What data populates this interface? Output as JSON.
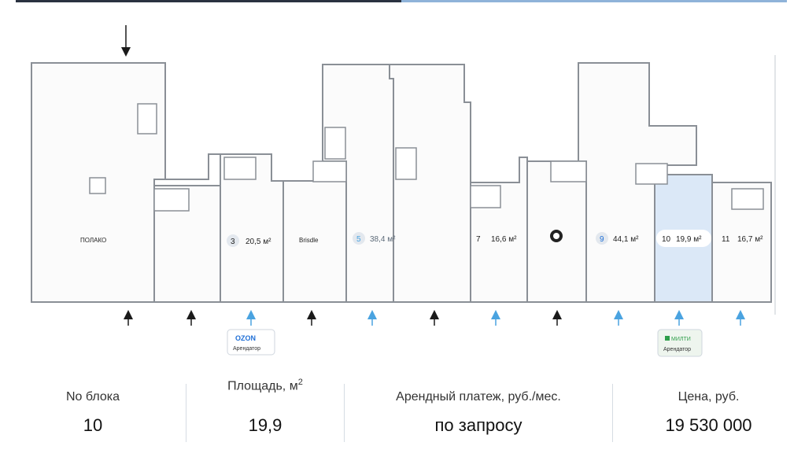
{
  "plan": {
    "units": [
      {
        "number": "",
        "area": "",
        "tenant_text": "ПОЛАКО"
      },
      {
        "number": "3",
        "area": "20,5 м²",
        "tenant_text": ""
      },
      {
        "number": "",
        "area": "",
        "tenant_text": "Brisdle"
      },
      {
        "number": "5",
        "area": "38,4 м²",
        "tenant_text": ""
      },
      {
        "number": "7",
        "area": "16,6 м²",
        "tenant_text": ""
      },
      {
        "number": "9",
        "area": "44,1 м²",
        "tenant_text": ""
      },
      {
        "number": "10",
        "area": "19,9 м²",
        "tenant_text": ""
      },
      {
        "number": "11",
        "area": "16,7 м²",
        "tenant_text": ""
      }
    ],
    "tenant_badges": [
      {
        "brand": "OZON",
        "caption": "Арендатор",
        "brand_color": "#1f6fd6"
      },
      {
        "brand": "МИЛТИ",
        "caption": "Арендатор",
        "brand_color": "#2e9e4a"
      }
    ],
    "colors": {
      "wall": "#8a8f96",
      "highlight_fill": "#dbe8f7",
      "arrow_blue": "#4aa3e0",
      "arrow_black": "#1a1a1a",
      "badge_bg": "#eef5ee"
    }
  },
  "info": {
    "block_label": "No блока",
    "block_value": "10",
    "area_label": "Площадь, м",
    "area_sup": "2",
    "area_value": "19,9",
    "rent_label": "Арендный платеж, руб./мес.",
    "rent_value": "по запросу",
    "price_label": "Цена, руб.",
    "price_value": "19 530 000"
  }
}
